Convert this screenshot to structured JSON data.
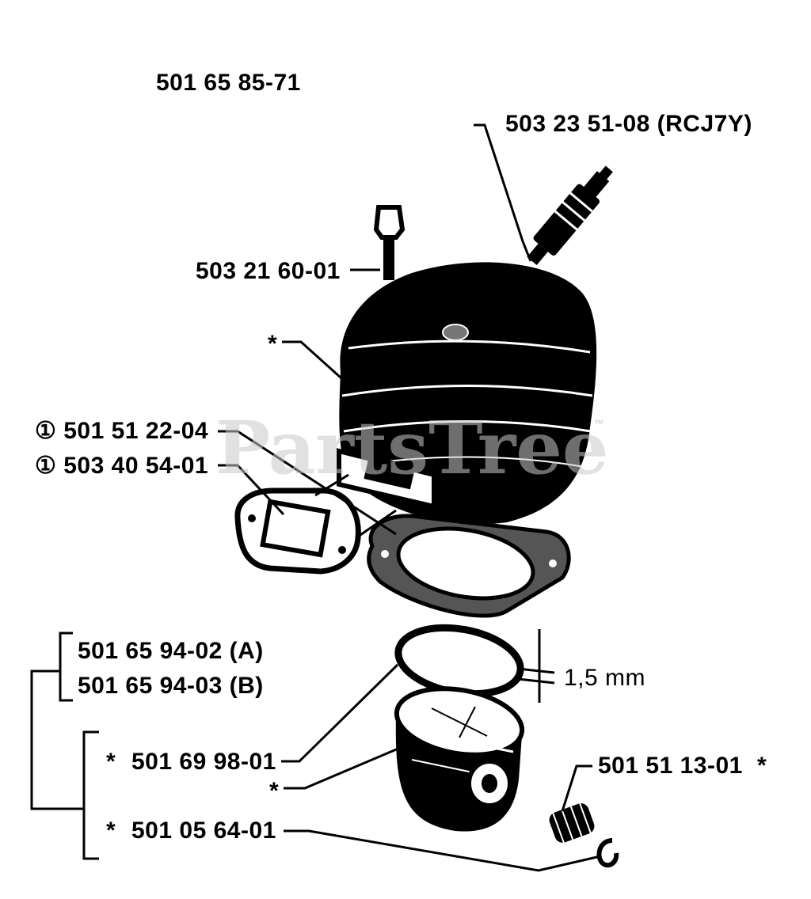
{
  "parts": {
    "cylinder_kit": "501 65 85-71",
    "spark_plug": "503 23 51-08 (RCJ7Y)",
    "bolt": "503 21 60-01",
    "cylinder_star": "*",
    "gasket_1": "501 51 22-04",
    "gasket_2": "503 40 54-01",
    "ring_a": "501 65 94-02 (A)",
    "ring_b": "501 65 94-03 (B)",
    "ring_thickness": "1,5 mm",
    "ring_star": "*",
    "ring_part": "501 69 98-01",
    "piston_star": "*",
    "pin_star": "*",
    "pin_part": "501 05 64-01",
    "bearing_part": "501 51 13-01",
    "bearing_star": "*"
  },
  "markers": {
    "circled_one": "①"
  },
  "watermark": {
    "text": "PartsTree",
    "trademark": "™"
  },
  "colors": {
    "ink": "#000000",
    "paper": "#ffffff",
    "watermark": "#c8c8c8"
  }
}
